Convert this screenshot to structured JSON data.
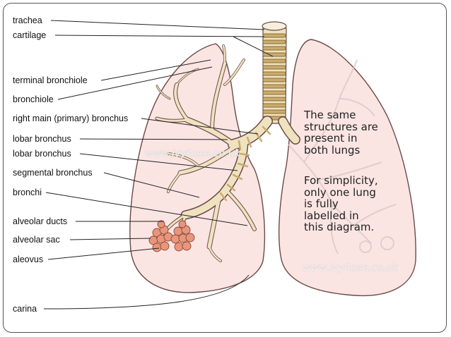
{
  "labels": {
    "trachea": "trachea",
    "cartilage": "cartilage",
    "terminal_bronchiole": "terminal bronchiole",
    "bronchiole": "bronchiole",
    "right_main_bronchus": "right main (primary) bronchus",
    "lobar_bronchus_1": "lobar bronchus",
    "lobar_bronchus_2": "lobar bronchus",
    "segmental_bronchus": "segmental bronchus",
    "bronchi": "bronchi",
    "alveolar_ducts": "alveolar ducts",
    "alveolar_sac": "alveolar sac",
    "aleovus": "aleovus",
    "carina": "carina"
  },
  "notes": {
    "same_structures": "The same\nstructures are\npresent in\nboth lungs",
    "simplicity": "For simplicity,\nonly one lung\nis fully\nlabelled in\nthis diagram."
  },
  "watermark": {
    "center": "www.IvyRose.co.uk",
    "bottom": "www.IvyRose.co.uk"
  },
  "colors": {
    "lung_fill": "#fbe5e3",
    "lung_stroke": "#6b4a46",
    "airway_fill": "#efe2c0",
    "cartilage_ring": "#c9ac6e",
    "alveoli_fill": "#e9957c"
  }
}
